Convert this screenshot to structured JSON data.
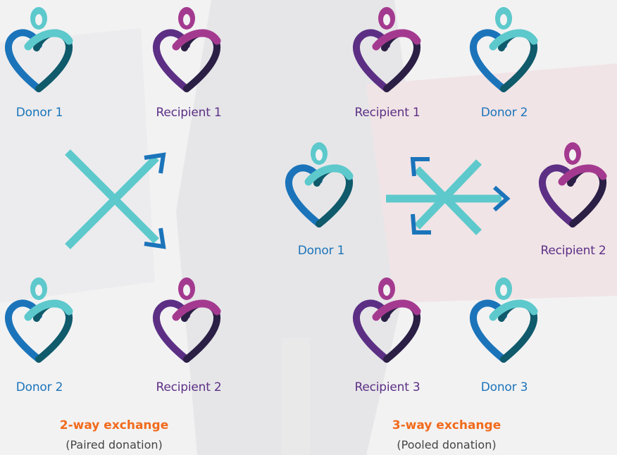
{
  "colors": {
    "donor_body": "#1b74ba",
    "donor_arm": "#5dc9cc",
    "recipient_body": "#5c2f85",
    "recipient_arm": "#a43a8f",
    "arrow": "#5dc9cc",
    "arrow_tip": "#1b74ba",
    "title_accent": "#f26a1b"
  },
  "icons": {
    "donor": "donor-heart-person-icon",
    "recipient": "recipient-heart-person-icon"
  },
  "two_way": {
    "donor_1": "Donor 1",
    "recipient_1": "Recipient 1",
    "donor_2": "Donor 2",
    "recipient_2": "Recipient 2",
    "title": "2-way exchange",
    "subtitle": "(Paired donation)"
  },
  "three_way": {
    "recipient_1": "Recipient 1",
    "donor_2": "Donor 2",
    "donor_1": "Donor 1",
    "recipient_2": "Recipient 2",
    "recipient_3": "Recipient 3",
    "donor_3": "Donor 3",
    "title": "3-way exchange",
    "subtitle": "(Pooled donation)"
  }
}
